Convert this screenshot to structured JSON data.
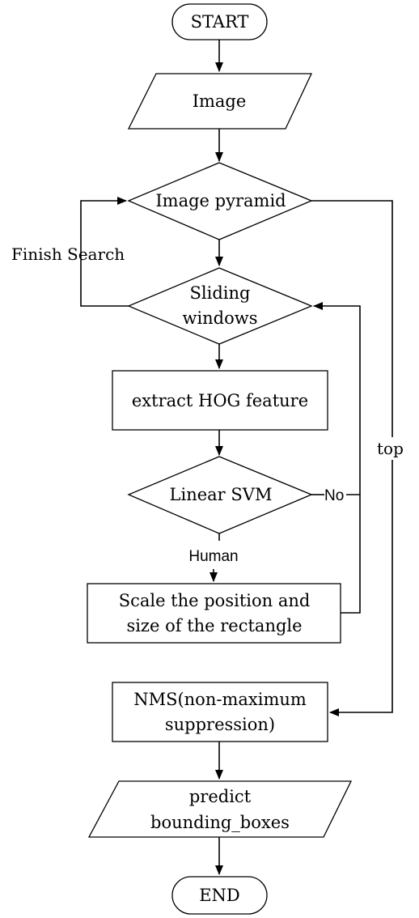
{
  "nodes": {
    "start": "START",
    "image": "Image",
    "pyramid": "Image pyramid",
    "sliding": [
      "Sliding",
      "windows"
    ],
    "hog": "extract HOG feature",
    "svm": "Linear SVM",
    "scale": [
      "Scale the position and",
      "size of the rectangle"
    ],
    "nms": [
      "NMS(non-maximum",
      "suppression)"
    ],
    "predict": [
      "predict",
      "bounding_boxes"
    ],
    "end": "END"
  },
  "edges": {
    "finish_search": "Finish Search",
    "top": "top",
    "no": "No",
    "human": "Human"
  }
}
